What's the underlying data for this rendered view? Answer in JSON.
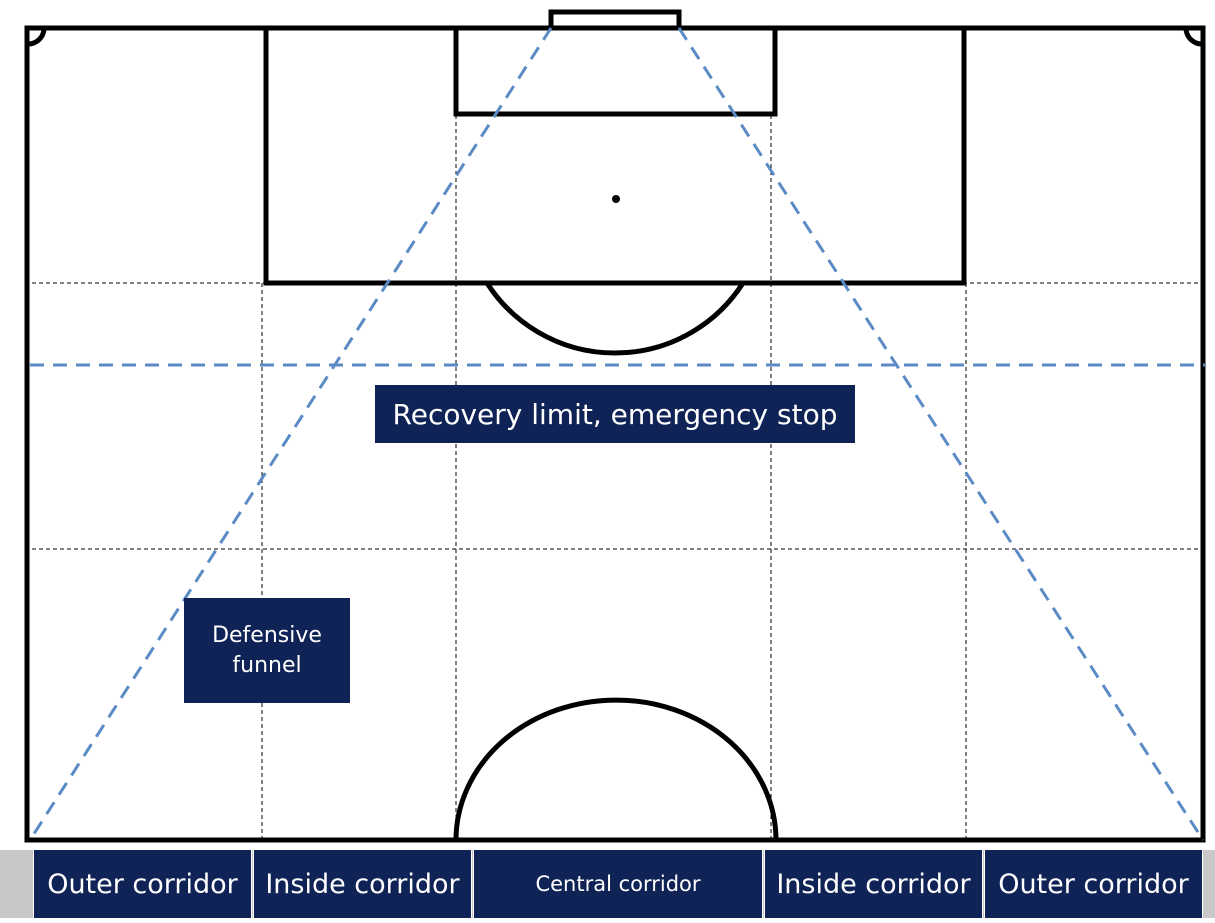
{
  "labels": {
    "recovery": "Recovery limit, emergency stop",
    "funnel": "Defensive\nfunnel"
  },
  "corridors": [
    "Outer corridor",
    "Inside corridor",
    "Central corridor",
    "Inside corridor",
    "Outer corridor"
  ],
  "colors": {
    "label_bg": "#0f2356",
    "label_text": "#ffffff",
    "dash_line": "#5b8bc5",
    "pitch_line": "#000000",
    "grid_line": "#000000"
  }
}
